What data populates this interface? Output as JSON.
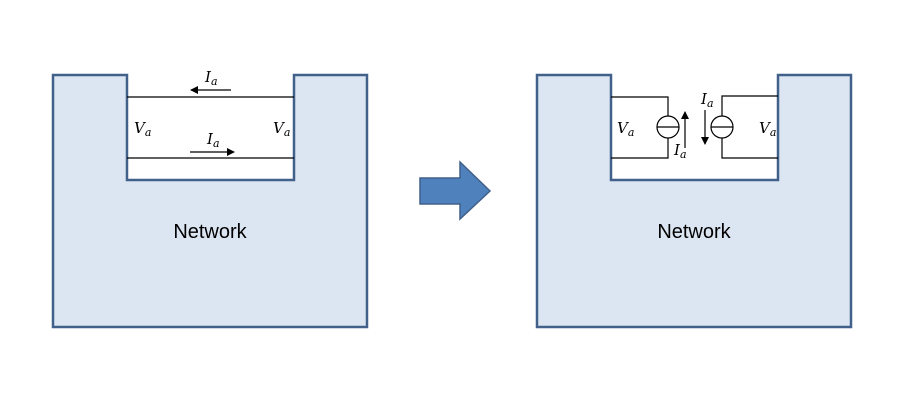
{
  "left_panel": {
    "network_label": "Network",
    "voltage_left": "V",
    "voltage_right": "V",
    "current_top": "I",
    "current_bottom": "I",
    "subscript": "a"
  },
  "right_panel": {
    "network_label": "Network",
    "voltage_left": "V",
    "voltage_right": "V",
    "current_left_source": "I",
    "current_right_source": "I",
    "subscript": "a"
  },
  "colors": {
    "fill": "#dce6f2",
    "stroke": "#41608a",
    "arrow": "#4f81bd"
  }
}
